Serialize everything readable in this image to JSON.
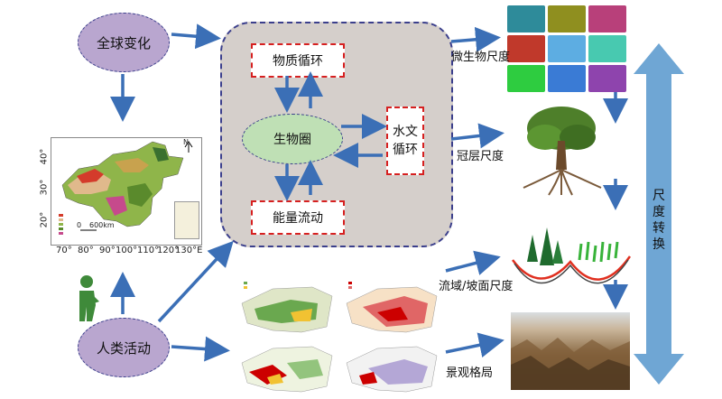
{
  "nodes": {
    "global_change": "全球变化",
    "human_activity": "人类活动",
    "material_cycle": "物质循环",
    "biosphere": "生物圈",
    "water_cycle_line1": "水文",
    "water_cycle_line2": "循环",
    "energy_flow": "能量流动"
  },
  "scales": {
    "micro": "微生物尺度",
    "canopy": "冠层尺度",
    "basin": "流域/坡面尺度",
    "landscape": "景观格局",
    "transform_chars": [
      "尺",
      "度",
      "转",
      "换"
    ]
  },
  "map": {
    "lon_ticks": [
      "70°",
      "80°",
      "90°",
      "100°",
      "110°",
      "120°",
      "130°E"
    ],
    "lat_ticks": [
      "40°",
      "30°",
      "20°"
    ],
    "scale_label": "600km",
    "scale_zero": "0",
    "north": "N"
  },
  "colors": {
    "arrow": "#3b6fb6",
    "purple_ellipse": "#b9a6cf",
    "green_ellipse": "#bfe0b5",
    "red_dash": "#d62020",
    "center_bg": "#d5cfcb",
    "big_arrow": "#6fa6d4"
  }
}
